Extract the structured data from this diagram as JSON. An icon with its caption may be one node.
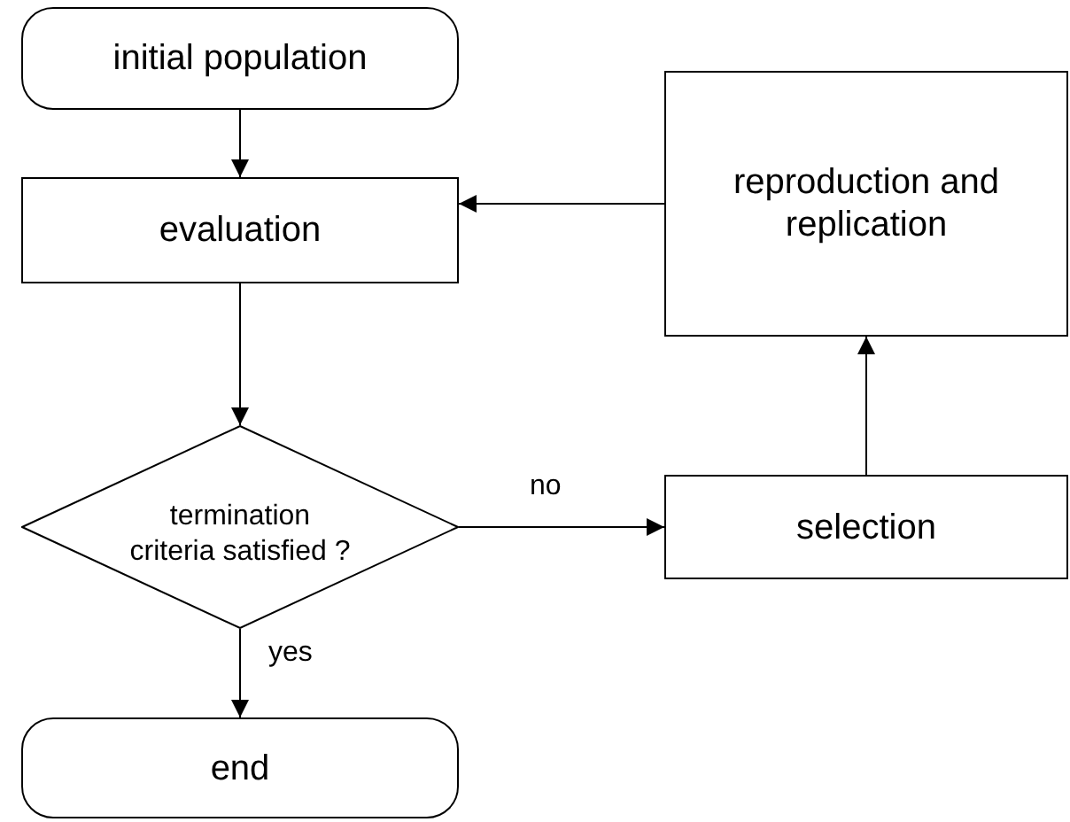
{
  "diagram": {
    "nodes": [
      {
        "text": [
          "initial population"
        ]
      },
      {
        "text": [
          "evaluation"
        ]
      },
      {
        "text": [
          "reproduction and replication"
        ]
      },
      {
        "text": [
          "termination criteria satisfied ?"
        ]
      },
      {
        "text": [
          "selection"
        ]
      },
      {
        "text": [
          "end"
        ]
      }
    ],
    "edges": [
      {
        "from": 0,
        "to": 1,
        "arrow": "to"
      },
      {
        "from": 1,
        "to": 3,
        "arrow": "to"
      },
      {
        "from": 3,
        "to": 4,
        "arrow": "to",
        "label": "no"
      },
      {
        "from": 4,
        "to": 2,
        "arrow": "to"
      },
      {
        "from": 2,
        "to": 1,
        "arrow": "to"
      },
      {
        "from": 3,
        "to": 5,
        "arrow": "to",
        "label": "yes"
      }
    ]
  }
}
